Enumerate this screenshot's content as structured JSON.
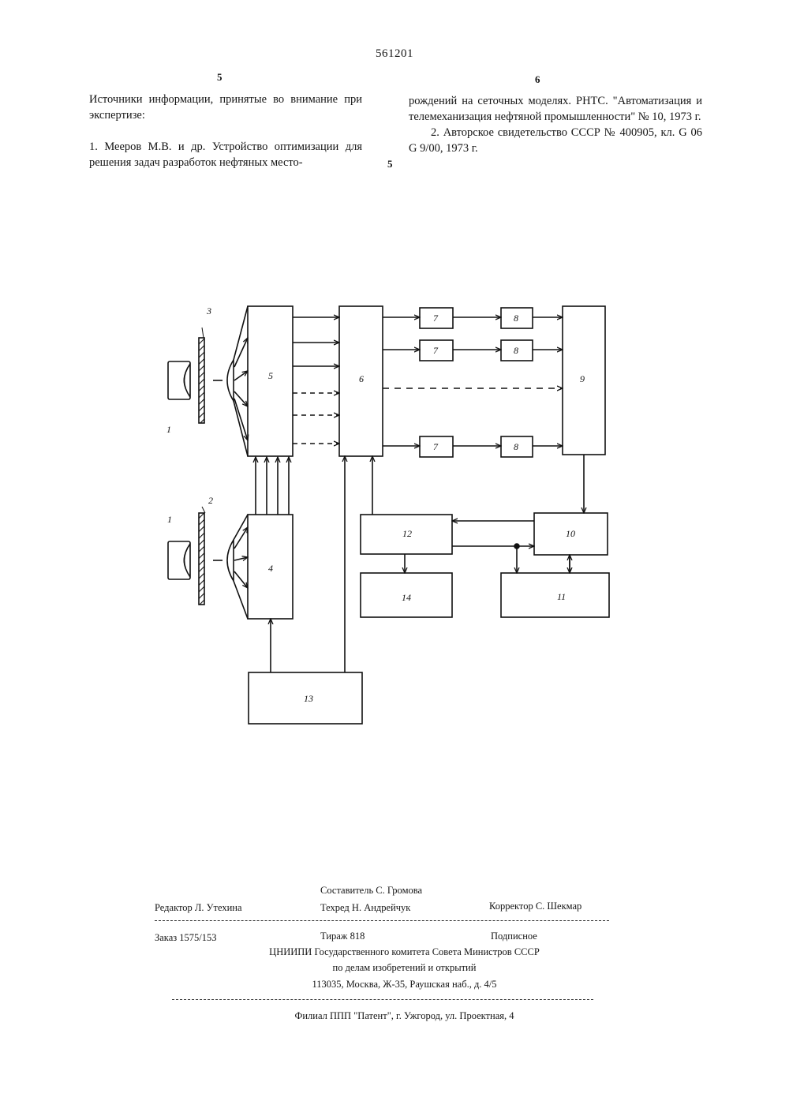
{
  "header": {
    "patent_number": "561201",
    "left_column_number": "5",
    "right_column_number": "6",
    "line_number": "5"
  },
  "left_column": {
    "heading": "Источники информации, принятые во внимание при экспертизе:",
    "ref1_part1": "1. Мееров М.В. и др. Устройство оптимизации для решения задач разработок нефтяных место-"
  },
  "right_column": {
    "ref1_part2": "рождений на сеточных моделях. РНТС. \"Автоматизация и телемеханизация нефтяной промышленности\" № 10, 1973 г.",
    "ref2": "2. Авторское свидетельство СССР № 400905, кл. G 06 G 9/00, 1973 г."
  },
  "figure": {
    "labels": {
      "b1a": "1",
      "b1b": "1",
      "b2": "2",
      "b3": "3",
      "b4": "4",
      "b5": "5",
      "b6": "6",
      "b7a": "7",
      "b7b": "7",
      "b7c": "7",
      "b8a": "8",
      "b8b": "8",
      "b8c": "8",
      "b9": "9",
      "b10": "10",
      "b11": "11",
      "b12": "12",
      "b13": "13",
      "b14": "14"
    }
  },
  "footer": {
    "composer": "Составитель С. Громова",
    "editor": "Редактор Л. Утехина",
    "techred": "Техред Н. Андрейчук",
    "corrector": "Корректор С. Шекмар",
    "order": "Заказ 1575/153",
    "circulation": "Тираж 818",
    "subscription": "Подписное",
    "org1": "ЦНИИПИ Государственного комитета Совета Министров СССР",
    "org2": "по делам изобретений и открытий",
    "address": "113035, Москва, Ж-35, Раушская наб., д. 4/5",
    "branch": "Филиал ППП \"Патент\", г. Ужгород, ул. Проектная, 4"
  }
}
